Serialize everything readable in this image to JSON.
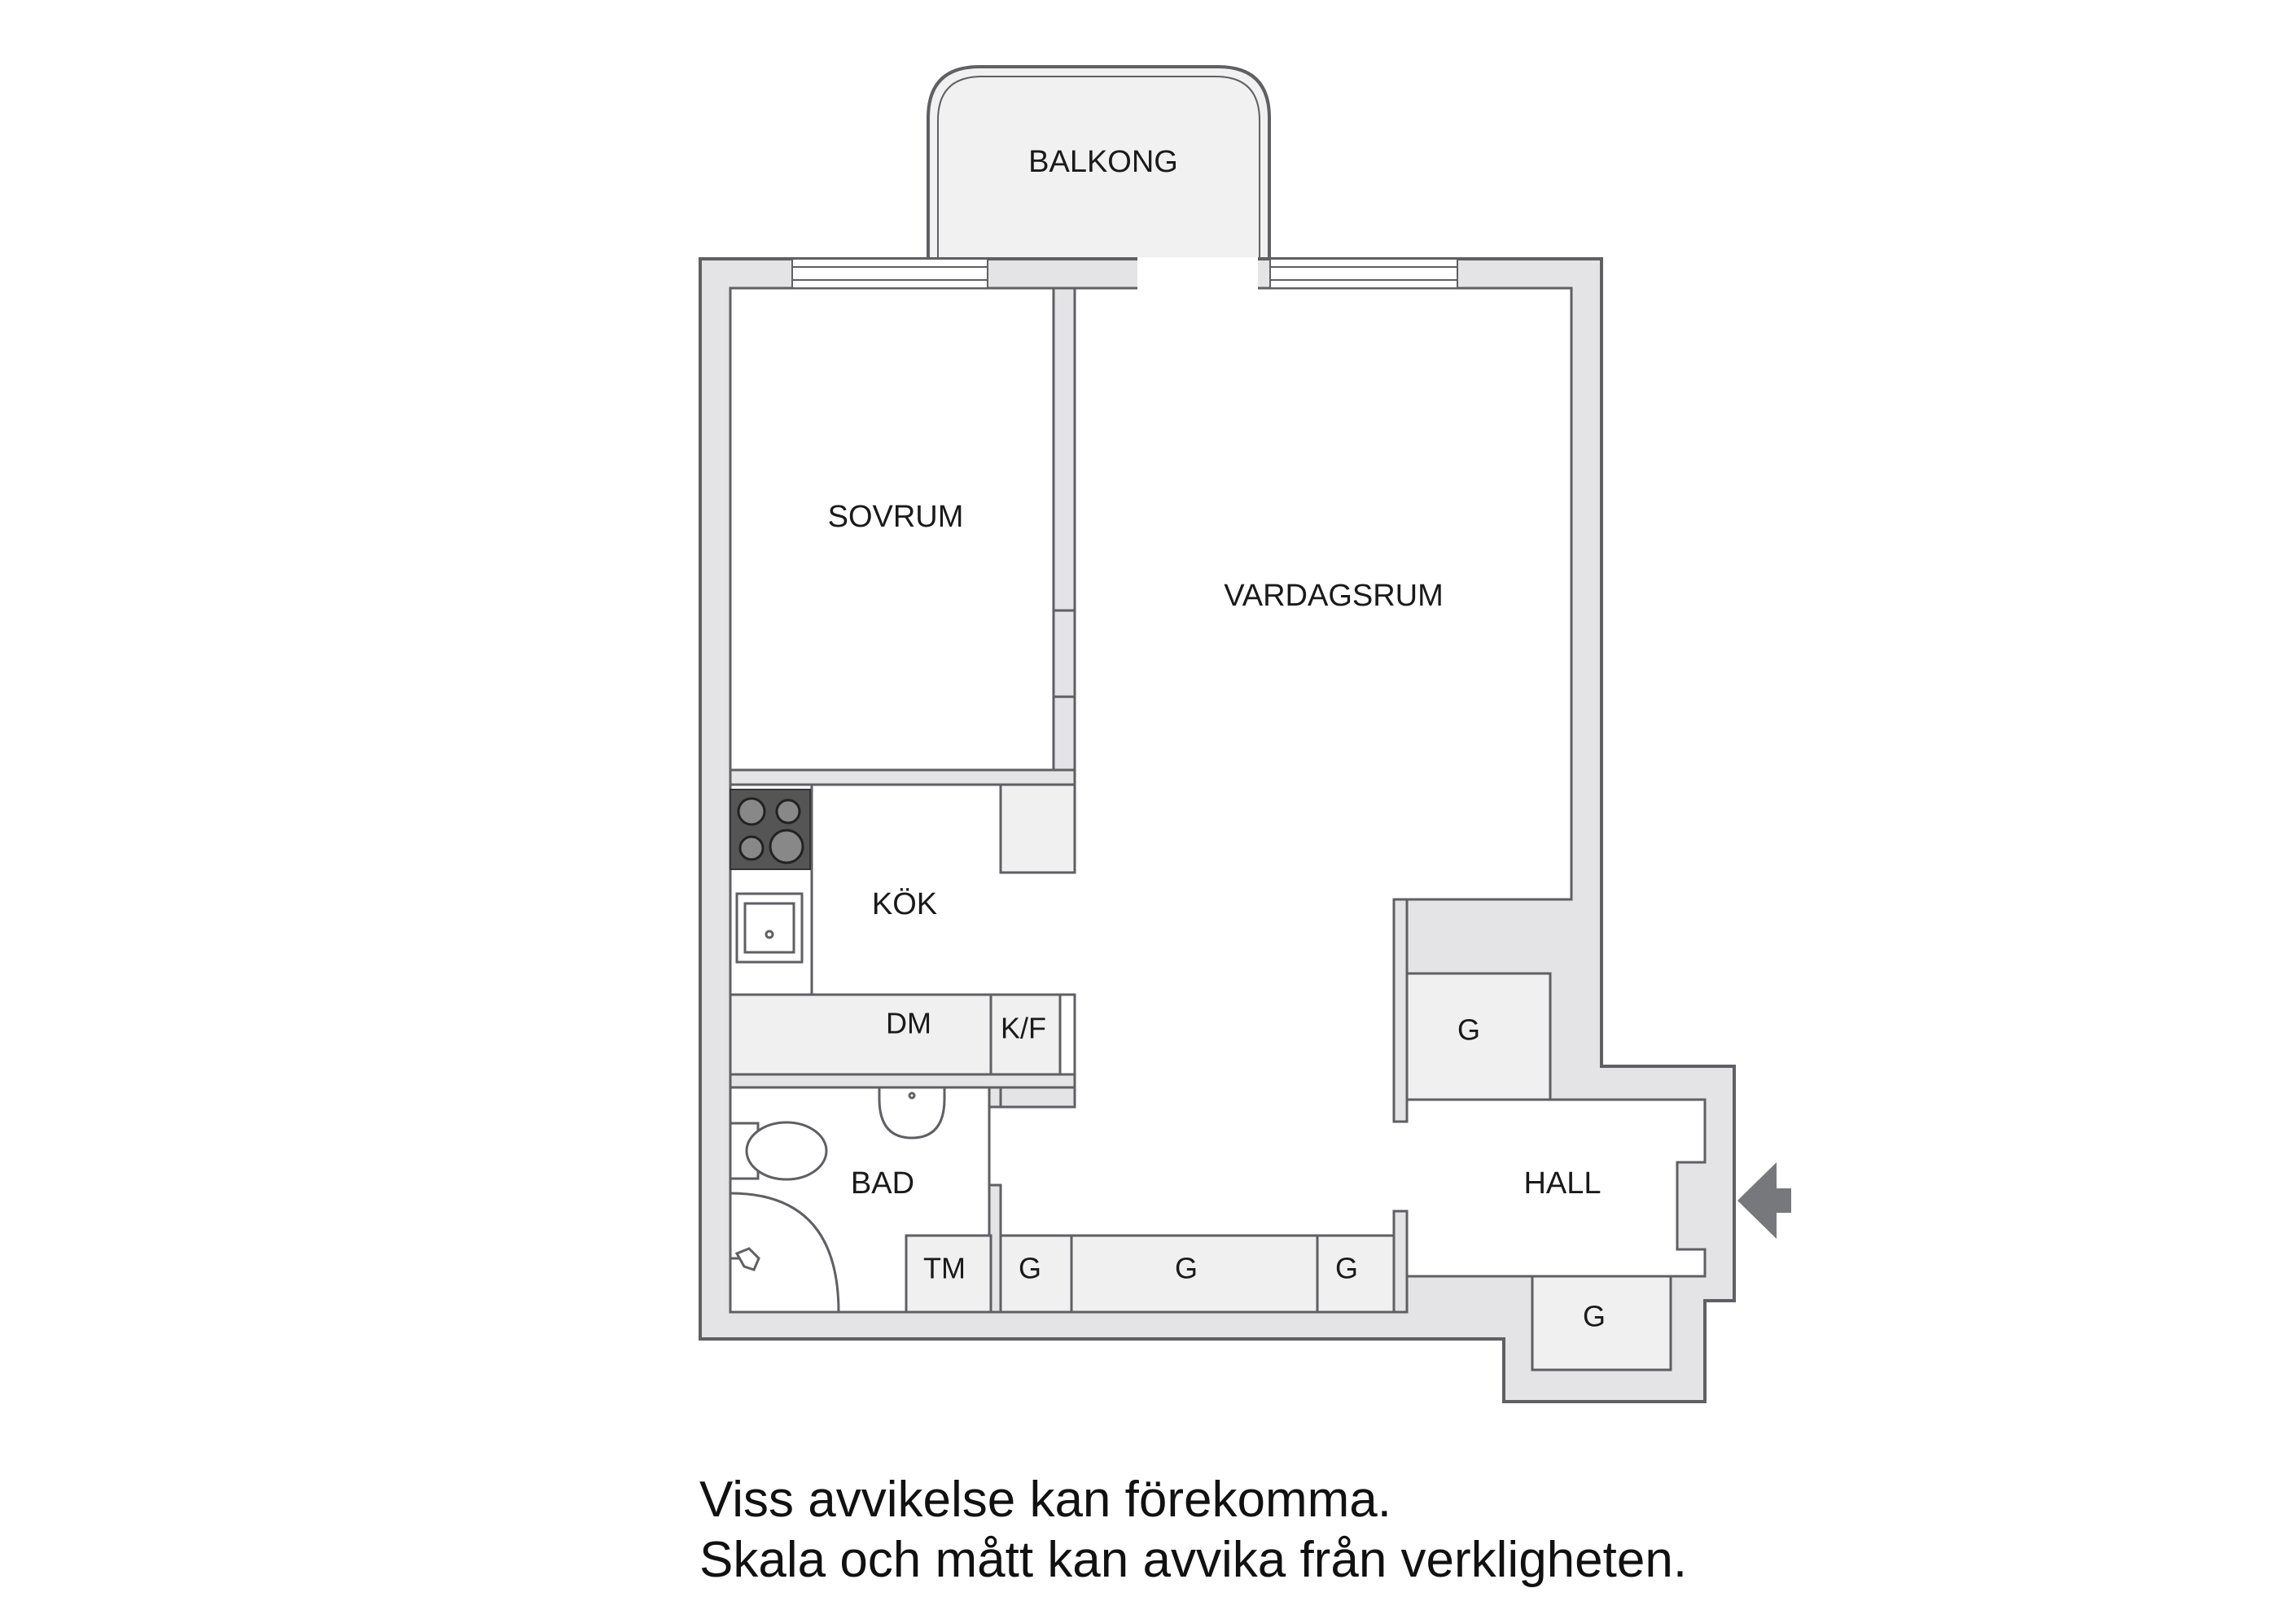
{
  "colors": {
    "wall_fill": "#e4e4e6",
    "wall_stroke": "#5f5f64",
    "floor": "#ffffff",
    "balcony": "#f1f1f1",
    "unit_fill": "#f0f0f0",
    "stove": "#555555",
    "arrow": "#77787c"
  },
  "icons": [
    "stove-icon",
    "sink-icon",
    "washbasin-icon",
    "toilet-icon",
    "shower-icon",
    "entrance-arrow-icon"
  ],
  "rooms": {
    "balkong": "BALKONG",
    "sovrum": "SOVRUM",
    "vardagsrum": "VARDAGSRUM",
    "kok": "KÖK",
    "bad": "BAD",
    "hall": "HALL"
  },
  "units": {
    "dm": "DM",
    "kf": "K/F",
    "tm": "TM",
    "g_hall_upper": "G",
    "g_bottom_1": "G",
    "g_bottom_2": "G",
    "g_bottom_3": "G",
    "g_hall_lower": "G"
  },
  "disclaimer": {
    "line1": "Viss avvikelse kan förekomma.",
    "line2": "Skala och mått kan avvika från verkligheten."
  }
}
